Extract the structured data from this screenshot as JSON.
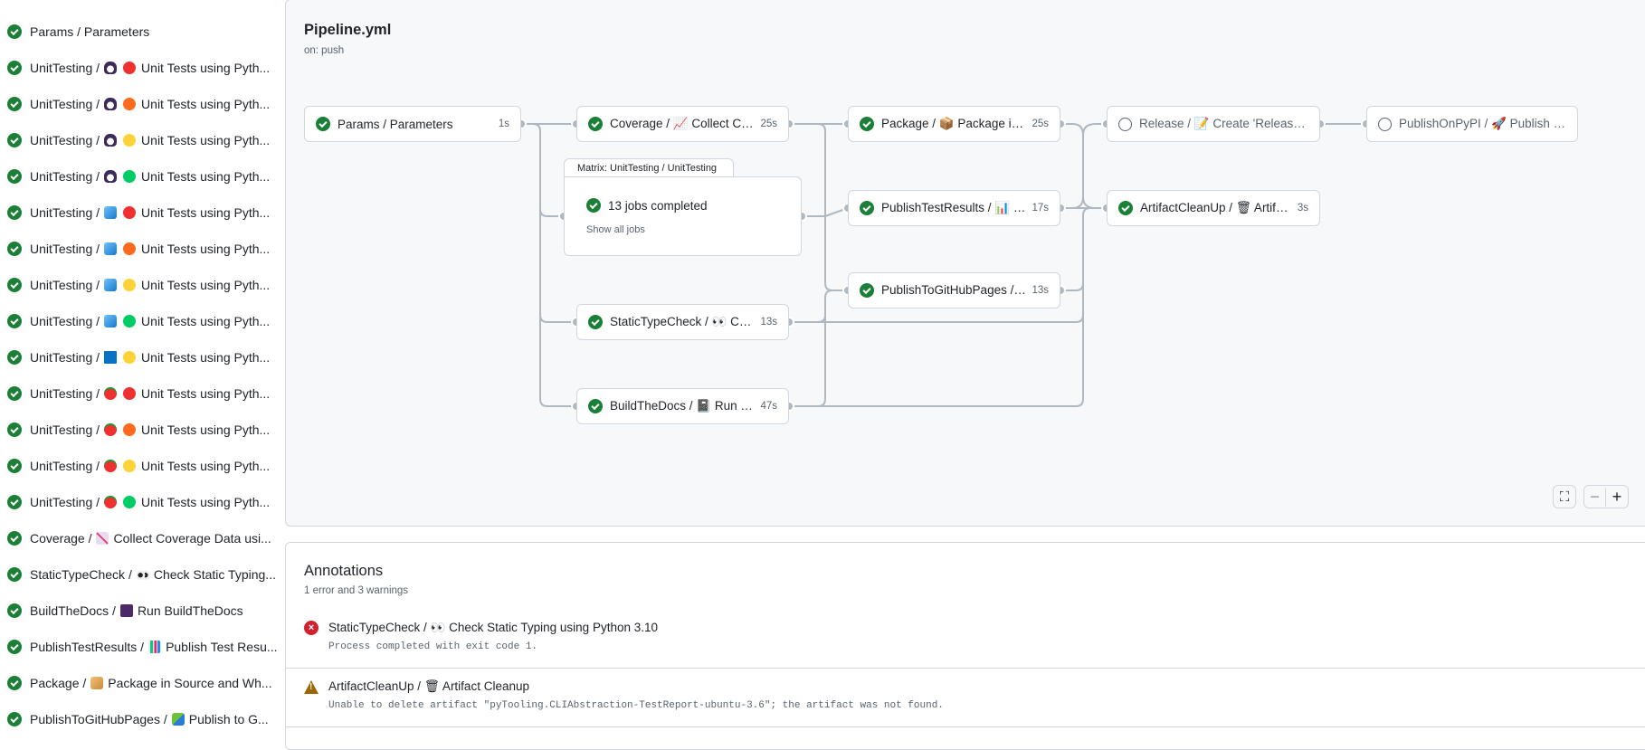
{
  "sidebar": {
    "items": [
      {
        "job": "Params / Parameters",
        "emoji": "",
        "dot": "",
        "text": ""
      },
      {
        "job": "UnitTesting /",
        "emoji": "linux",
        "dot": "#f03030",
        "text": "Unit Tests using Pyth..."
      },
      {
        "job": "UnitTesting /",
        "emoji": "linux",
        "dot": "#fd6a1e",
        "text": "Unit Tests using Pyth..."
      },
      {
        "job": "UnitTesting /",
        "emoji": "linux",
        "dot": "#fdd33a",
        "text": "Unit Tests using Pyth..."
      },
      {
        "job": "UnitTesting /",
        "emoji": "linux",
        "dot": "#00cc66",
        "text": "Unit Tests using Pyth..."
      },
      {
        "job": "UnitTesting /",
        "emoji": "win",
        "dot": "#f03030",
        "text": "Unit Tests using Pyth..."
      },
      {
        "job": "UnitTesting /",
        "emoji": "win",
        "dot": "#fd6a1e",
        "text": "Unit Tests using Pyth..."
      },
      {
        "job": "UnitTesting /",
        "emoji": "win",
        "dot": "#fdd33a",
        "text": "Unit Tests using Pyth..."
      },
      {
        "job": "UnitTesting /",
        "emoji": "win",
        "dot": "#00cc66",
        "text": "Unit Tests using Pyth..."
      },
      {
        "job": "UnitTesting /",
        "emoji": "sq",
        "dot": "#fdd33a",
        "text": "Unit Tests using Pyth..."
      },
      {
        "job": "UnitTesting /",
        "emoji": "mac",
        "dot": "#f03030",
        "text": "Unit Tests using Pyth..."
      },
      {
        "job": "UnitTesting /",
        "emoji": "mac",
        "dot": "#fd6a1e",
        "text": "Unit Tests using Pyth..."
      },
      {
        "job": "UnitTesting /",
        "emoji": "mac",
        "dot": "#fdd33a",
        "text": "Unit Tests using Pyth..."
      },
      {
        "job": "UnitTesting /",
        "emoji": "mac",
        "dot": "#00cc66",
        "text": "Unit Tests using Pyth..."
      },
      {
        "job": "Coverage /",
        "emoji": "cov",
        "dot": "",
        "text": "Collect Coverage Data usi..."
      },
      {
        "job": "StaticTypeCheck /",
        "emoji": "eyes",
        "dot": "",
        "text": "Check Static Typing..."
      },
      {
        "job": "BuildTheDocs /",
        "emoji": "book",
        "dot": "",
        "text": "Run BuildTheDocs"
      },
      {
        "job": "PublishTestResults /",
        "emoji": "chart",
        "dot": "",
        "text": "Publish Test Resu..."
      },
      {
        "job": "Package /",
        "emoji": "box",
        "dot": "",
        "text": "Package in Source and Wh..."
      },
      {
        "job": "PublishToGitHubPages /",
        "emoji": "books",
        "dot": "",
        "text": "Publish to G..."
      }
    ]
  },
  "workflow": {
    "title": "Pipeline.yml",
    "trigger": "on: push",
    "nodes": {
      "params": {
        "label": "Params / Parameters",
        "duration": "1s",
        "status": "success"
      },
      "coverage": {
        "label": "Coverage / 📈 Collect Cove...",
        "duration": "25s",
        "status": "success"
      },
      "static": {
        "label": "StaticTypeCheck / 👀 Chec...",
        "duration": "13s",
        "status": "success"
      },
      "docs": {
        "label": "BuildTheDocs / 📓 Run Buil...",
        "duration": "47s",
        "status": "success"
      },
      "package": {
        "label": "Package / 📦 Package in So...",
        "duration": "25s",
        "status": "success"
      },
      "testresults": {
        "label": "PublishTestResults / 📊 Pu...",
        "duration": "17s",
        "status": "success"
      },
      "ghpages": {
        "label": "PublishToGitHubPages / 📚 ...",
        "duration": "13s",
        "status": "success"
      },
      "release": {
        "label": "Release / 📝 Create 'Release P...",
        "duration": "",
        "status": "pending"
      },
      "cleanup": {
        "label": "ArtifactCleanUp / 🗑 Artifac...",
        "duration": "3s",
        "status": "success"
      },
      "pypi": {
        "label": "PublishOnPyPI / 🚀 Publish to ...",
        "duration": "",
        "status": "pending"
      }
    },
    "matrix": {
      "title": "Matrix: UnitTesting / UnitTesting",
      "summary": "13 jobs completed",
      "link": "Show all jobs"
    },
    "zoom": {
      "fit": "⛶",
      "out": "−",
      "in": "+"
    }
  },
  "annotations": {
    "title": "Annotations",
    "summary": "1 error and 3 warnings",
    "items": [
      {
        "type": "error",
        "title": "StaticTypeCheck / 👀 Check Static Typing using Python 3.10",
        "message": "Process completed with exit code 1."
      },
      {
        "type": "warning",
        "title": "ArtifactCleanUp / 🗑 Artifact Cleanup",
        "message": "Unable to delete artifact \"pyTooling.CLIAbstraction-TestReport-ubuntu-3.6\"; the artifact was not found."
      }
    ]
  },
  "colors": {
    "success": "#1a7f37",
    "error": "#cf222e",
    "warning": "#9a6700",
    "edge": "#afb8c1"
  }
}
